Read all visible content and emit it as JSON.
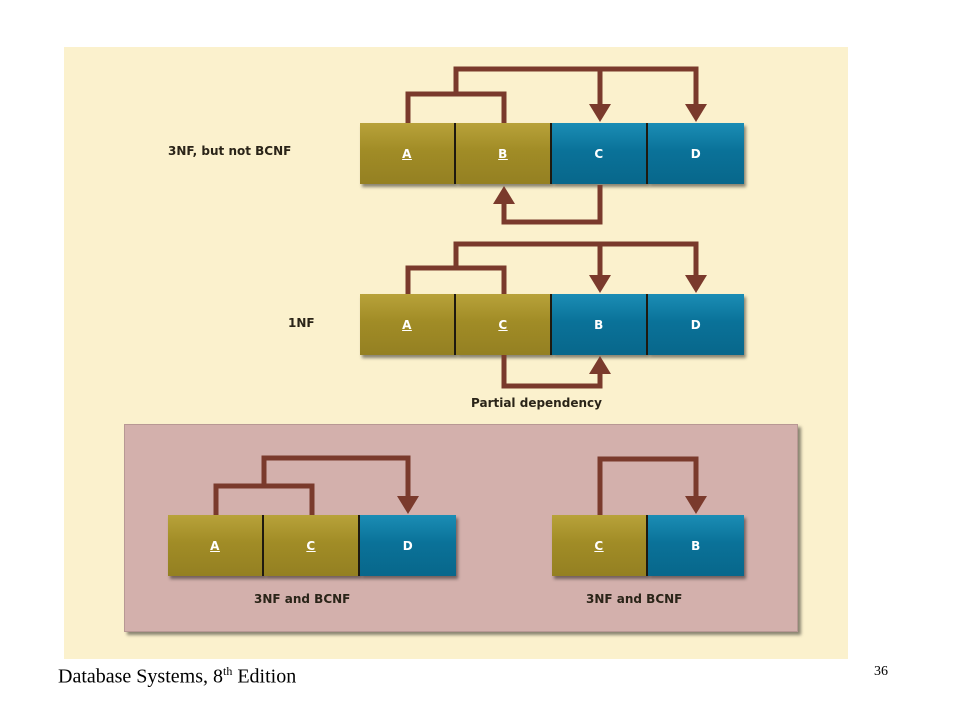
{
  "diagram": {
    "rows": [
      {
        "label": "3NF, but not BCNF",
        "cells": [
          {
            "text": "A",
            "key": true
          },
          {
            "text": "B",
            "key": true
          },
          {
            "text": "C",
            "key": false
          },
          {
            "text": "D",
            "key": false
          }
        ]
      },
      {
        "label": "1NF",
        "annotation": "Partial dependency",
        "cells": [
          {
            "text": "A",
            "key": true
          },
          {
            "text": "C",
            "key": true
          },
          {
            "text": "B",
            "key": false
          },
          {
            "text": "D",
            "key": false
          }
        ]
      }
    ],
    "decomposed": [
      {
        "label": "3NF and BCNF",
        "cells": [
          {
            "text": "A",
            "key": true
          },
          {
            "text": "C",
            "key": true
          },
          {
            "text": "D",
            "key": false
          }
        ]
      },
      {
        "label": "3NF and BCNF",
        "cells": [
          {
            "text": "C",
            "key": true
          },
          {
            "text": "B",
            "key": false
          }
        ]
      }
    ]
  },
  "footer": {
    "book_title": "Database Systems, 8",
    "edition_suffix": "th",
    "edition_word": " Edition",
    "page_number": "36"
  },
  "colors": {
    "panel_background": "#fbf1cd",
    "key_attribute": "#a18c26",
    "nonkey_attribute": "#0a7299",
    "dependency_arrow": "#7a3a2c",
    "decomposition_box": "#d3b0ac"
  }
}
